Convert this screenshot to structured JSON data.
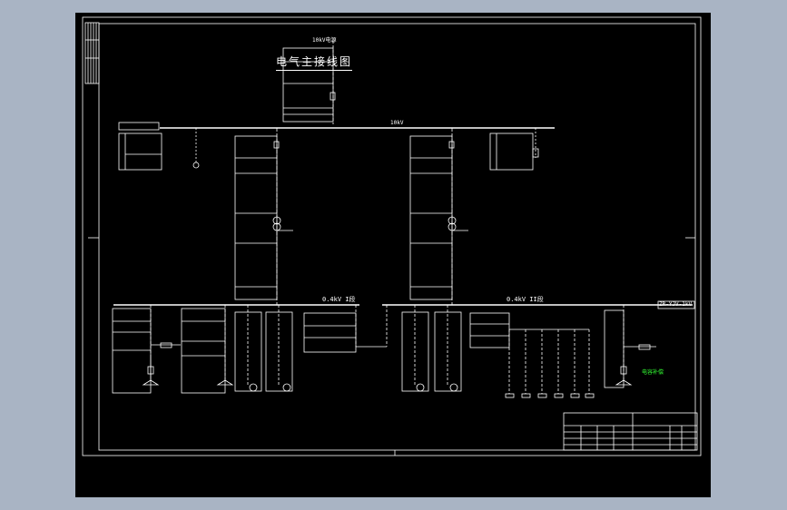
{
  "drawing": {
    "title": "电气主接线图",
    "colors": {
      "background": "#a9b4c4",
      "sheet": "#000000",
      "line": "#ffffff",
      "accent": "#33ff33"
    }
  },
  "labels": {
    "incoming_source": "10kV电源",
    "hv_bus": "10kV",
    "lv_bus_left": "0.4kV I段",
    "lv_bus_right": "0.4kV II段",
    "lv_bus_right_tag": "ZR-YJV-1kV",
    "green_note": "电容补偿"
  }
}
